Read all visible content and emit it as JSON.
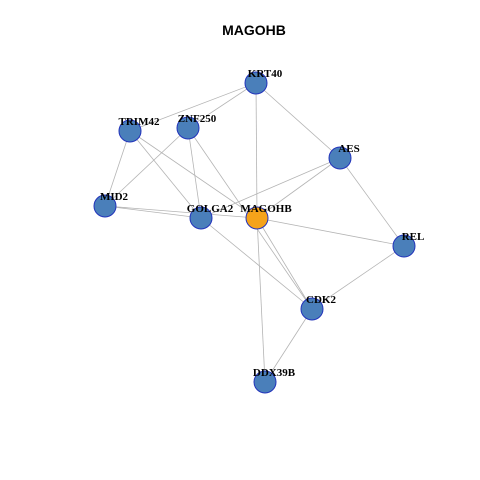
{
  "title": "MAGOHB",
  "colors": {
    "node_default": "#4a7fba",
    "node_highlight": "#f5a31a",
    "node_border": "#2233bb",
    "edge": "#b4b4b4"
  },
  "graph": {
    "nodes": [
      {
        "id": "KRT40",
        "label": "KRT40",
        "highlight": false
      },
      {
        "id": "TRIM42",
        "label": "TRIM42",
        "highlight": false
      },
      {
        "id": "ZNF250",
        "label": "ZNF250",
        "highlight": false
      },
      {
        "id": "AES",
        "label": "AES",
        "highlight": false
      },
      {
        "id": "MID2",
        "label": "MID2",
        "highlight": false
      },
      {
        "id": "GOLGA2",
        "label": "GOLGA2",
        "highlight": false
      },
      {
        "id": "MAGOHB",
        "label": "MAGOHB",
        "highlight": true
      },
      {
        "id": "REL",
        "label": "REL",
        "highlight": false
      },
      {
        "id": "CDK2",
        "label": "CDK2",
        "highlight": false
      },
      {
        "id": "DDX39B",
        "label": "DDX39B",
        "highlight": false
      }
    ],
    "edges": [
      [
        "KRT40",
        "TRIM42"
      ],
      [
        "KRT40",
        "ZNF250"
      ],
      [
        "KRT40",
        "AES"
      ],
      [
        "KRT40",
        "MAGOHB"
      ],
      [
        "TRIM42",
        "MID2"
      ],
      [
        "TRIM42",
        "GOLGA2"
      ],
      [
        "TRIM42",
        "MAGOHB"
      ],
      [
        "ZNF250",
        "MID2"
      ],
      [
        "ZNF250",
        "GOLGA2"
      ],
      [
        "ZNF250",
        "CDK2"
      ],
      [
        "AES",
        "MAGOHB"
      ],
      [
        "AES",
        "GOLGA2"
      ],
      [
        "AES",
        "REL"
      ],
      [
        "MID2",
        "GOLGA2"
      ],
      [
        "MID2",
        "MAGOHB"
      ],
      [
        "GOLGA2",
        "CDK2"
      ],
      [
        "MAGOHB",
        "REL"
      ],
      [
        "MAGOHB",
        "CDK2"
      ],
      [
        "MAGOHB",
        "DDX39B"
      ],
      [
        "REL",
        "CDK2"
      ],
      [
        "CDK2",
        "DDX39B"
      ]
    ]
  }
}
